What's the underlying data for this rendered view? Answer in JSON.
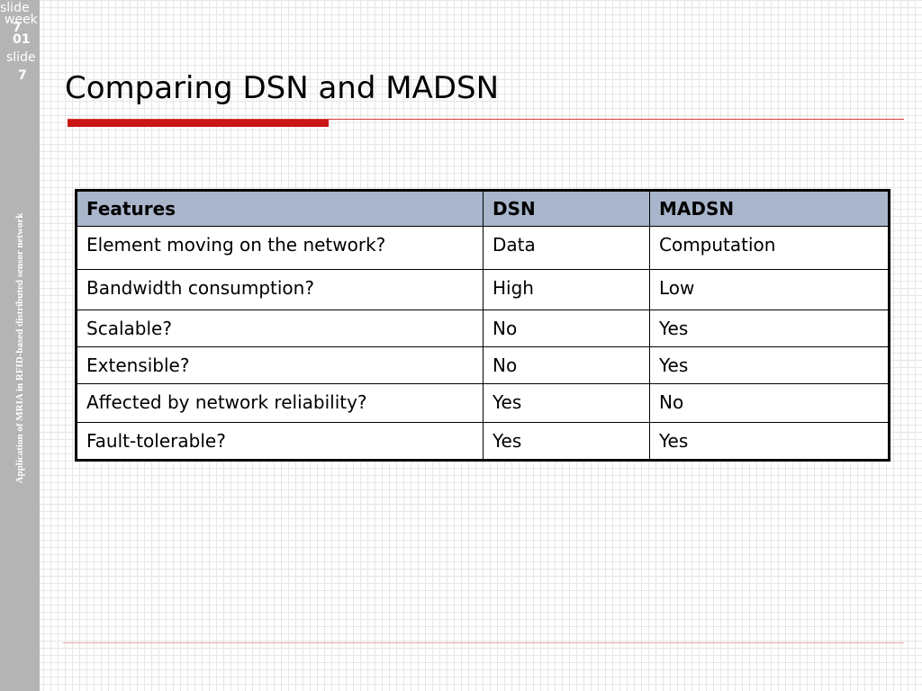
{
  "sidebar": {
    "top_labels": [
      "slide",
      "week",
      "7",
      "01",
      "slide",
      "7"
    ],
    "vertical_note": "Application of MRIA in RFID-based distributed sensor network",
    "color": "#b4b4b4"
  },
  "slide": {
    "title": "Comparing DSN and MADSN",
    "accent_color": "#cc1616"
  },
  "table": {
    "header_color": "#a8b5cb",
    "headers": [
      "Features",
      "DSN",
      "MADSN"
    ],
    "rows": [
      [
        "Element moving on the network?",
        "Data",
        "Computation"
      ],
      [
        "Bandwidth consumption?",
        "High",
        "Low"
      ],
      [
        "Scalable?",
        "No",
        "Yes"
      ],
      [
        "Extensible?",
        "No",
        "Yes"
      ],
      [
        "Affected by network reliability?",
        "Yes",
        "No"
      ],
      [
        "Fault-tolerable?",
        "Yes",
        "Yes"
      ]
    ]
  }
}
